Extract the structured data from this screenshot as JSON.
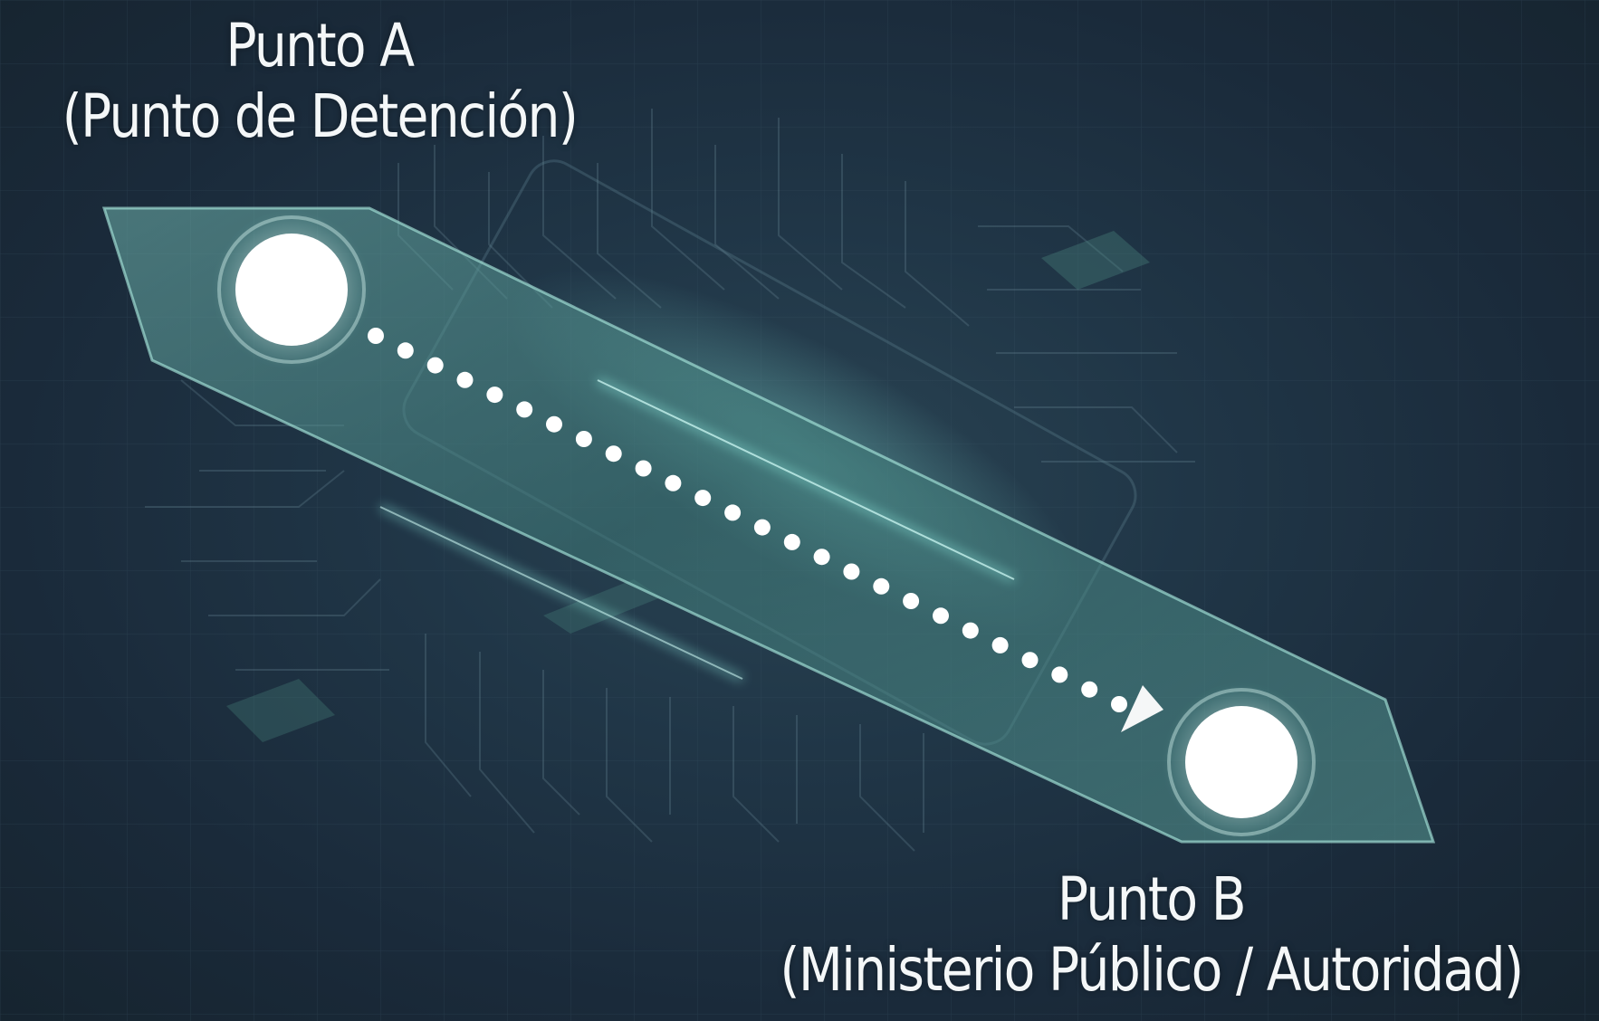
{
  "point_a": {
    "name": "Punto A",
    "description": "(Punto de Detención)"
  },
  "point_b": {
    "name": "Punto B",
    "description": "(Ministerio Público / Autoridad)"
  },
  "colors": {
    "background": "#1c2d3d",
    "panel": "#4f8f8b",
    "glow": "#7ff3e4",
    "node": "#ffffff",
    "text": "#f4f7f8"
  }
}
